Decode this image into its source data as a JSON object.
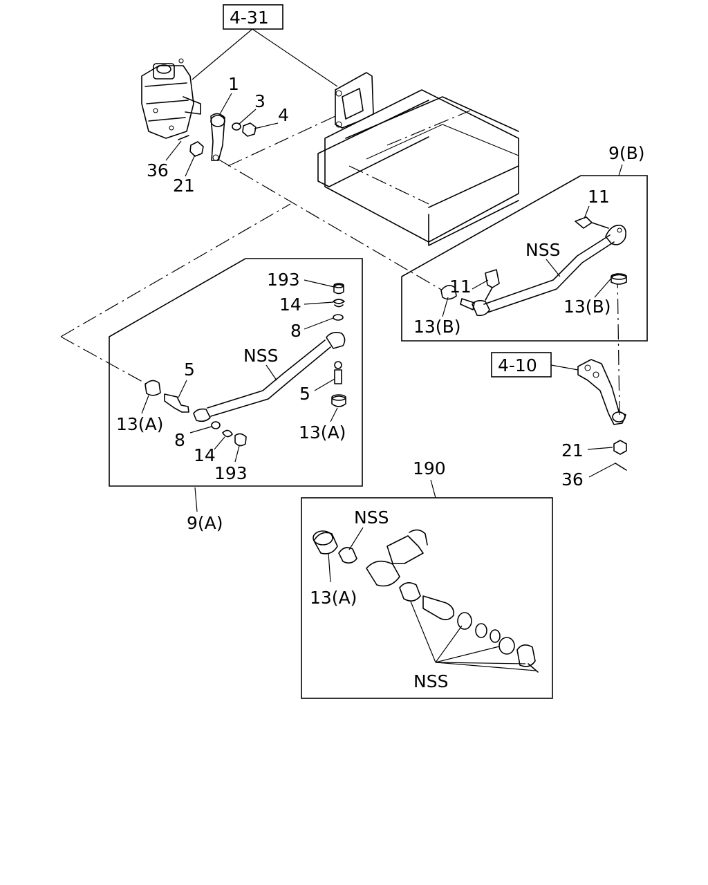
{
  "diagram": {
    "refs": {
      "ref_4_31": "4-31",
      "ref_4_10": "4-10"
    },
    "callouts": {
      "c1": "1",
      "c3": "3",
      "c4": "4",
      "c36_top": "36",
      "c21_top": "21",
      "c9b": "9(B)",
      "c11_top": "11",
      "c11_mid": "11",
      "nss_b": "NSS",
      "c13b_right": "13(B)",
      "c13b_left": "13(B)",
      "c193_top": "193",
      "c14_top": "14",
      "c8_top": "8",
      "nss_a": "NSS",
      "c5_left": "5",
      "c5_right": "5",
      "c13a_left": "13(A)",
      "c13a_right": "13(A)",
      "c8_bottom": "8",
      "c14_bottom": "14",
      "c193_bottom": "193",
      "c9a": "9(A)",
      "c21_bottom": "21",
      "c36_bottom": "36",
      "c190": "190",
      "nss_kit_top": "NSS",
      "c13a_kit": "13(A)",
      "nss_kit_bottom": "NSS"
    }
  }
}
